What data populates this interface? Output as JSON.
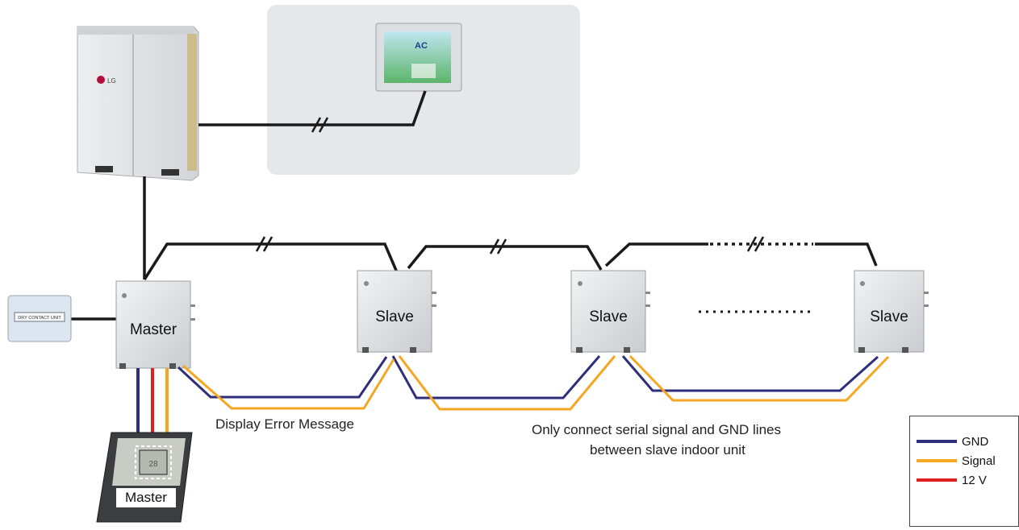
{
  "labels": {
    "master_unit": "Master",
    "slave_units": [
      "Slave",
      "Slave",
      "Slave"
    ],
    "remote_controller": "Master",
    "display_error": "Display Error Message",
    "serial_note_line1": "Only connect serial signal and GND lines",
    "serial_note_line2": "between slave indoor unit",
    "contact_unit": "DRY CONTACT UNIT",
    "outdoor_brand": "LG",
    "controller_screen": "AC"
  },
  "legend": [
    {
      "label": "GND",
      "color": "#2e2e7a"
    },
    {
      "label": "Signal",
      "color": "#f5a623"
    },
    {
      "label": "12 V",
      "color": "#e0201e"
    }
  ],
  "colors": {
    "comm_line": "#1a1a1a",
    "panel_bg": "#e6e7e9",
    "unit_body": "#e2e4e6"
  }
}
